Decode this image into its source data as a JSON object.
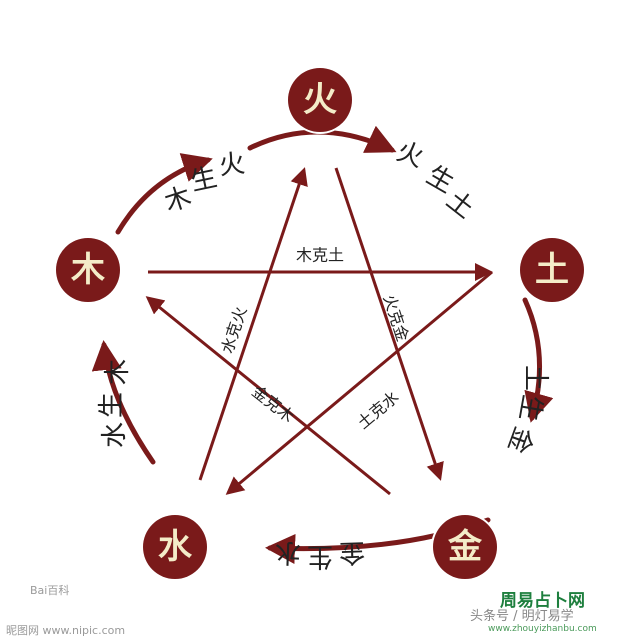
{
  "colors": {
    "accent": "#7a1a1a",
    "node_text": "#f4ecc8",
    "label_text": "#222222"
  },
  "elements": [
    {
      "id": "fire",
      "label": "火"
    },
    {
      "id": "earth",
      "label": "土"
    },
    {
      "id": "metal",
      "label": "金"
    },
    {
      "id": "water",
      "label": "水"
    },
    {
      "id": "wood",
      "label": "木"
    }
  ],
  "generating": [
    {
      "from": "fire",
      "to": "earth",
      "label": "火生土"
    },
    {
      "from": "earth",
      "to": "metal",
      "label": "土生金"
    },
    {
      "from": "metal",
      "to": "water",
      "label": "金生水"
    },
    {
      "from": "water",
      "to": "wood",
      "label": "水生木"
    },
    {
      "from": "wood",
      "to": "fire",
      "label": "木生火"
    }
  ],
  "controlling": [
    {
      "label": "木克土"
    },
    {
      "label": "火克金"
    },
    {
      "label": "土克水"
    },
    {
      "label": "金克木"
    },
    {
      "label": "水克火"
    }
  ],
  "watermarks": {
    "baidu": "Bai百科",
    "nipic": "昵图网 www.nipic.com",
    "toutiao": "头条号 / 明灯易学",
    "brand": "周易占卜网",
    "brand_url": "www.zhouyizhanbu.com"
  }
}
